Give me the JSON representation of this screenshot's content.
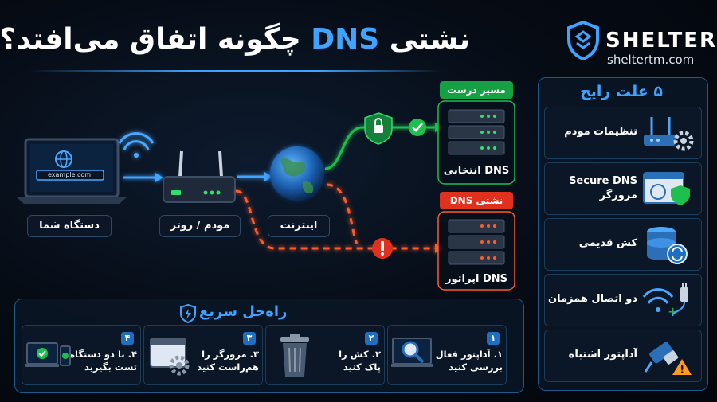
{
  "header": {
    "title_part1": "نشتی ",
    "title_highlight": "DNS",
    "title_part2": " چگونه اتفاق می‌افتد؟"
  },
  "brand": {
    "name": "SHELTER",
    "url": "sheltertm.com"
  },
  "causes": {
    "title": "۵ علت رایج",
    "items": [
      {
        "label": "تنظیمات مودم",
        "icon": "router-gear-icon"
      },
      {
        "label": "Secure DNS\nمرورگر",
        "icon": "browser-shield-icon"
      },
      {
        "label": "کش قدیمی",
        "icon": "database-refresh-icon"
      },
      {
        "label": "دو اتصال همزمان",
        "icon": "wifi-plug-icon"
      },
      {
        "label": "آداپتور اشتباه",
        "icon": "adapter-warning-icon"
      }
    ]
  },
  "diagram": {
    "device_label": "دستگاه شما",
    "router_label": "مودم / روتر",
    "internet_label": "اینترنت",
    "url_text": "example.com",
    "correct_tag": "مسیر درست",
    "leak_tag": "نشتی DNS",
    "dns_chosen": "DNS انتخابی",
    "dns_operator": "DNS اپراتور"
  },
  "fixes": {
    "title": "راه‌حل سریع",
    "items": [
      {
        "num": "۱",
        "label": "۱. آداپتور فعال را\nبررسی کنید",
        "icon": "magnifier-icon"
      },
      {
        "num": "۲",
        "label": "۲. کش را\nپاک کنید",
        "icon": "trash-icon"
      },
      {
        "num": "۳",
        "label": "۳. مرورگر را\nهم‌راست کنید",
        "icon": "browser-gear-icon"
      },
      {
        "num": "۴",
        "label": "۴. با دو دستگاه\nتست بگیرید",
        "icon": "devices-check-icon"
      }
    ]
  },
  "colors": {
    "accent": "#3fa3ff",
    "success": "#1fbf4f",
    "danger": "#ff5a2a"
  }
}
